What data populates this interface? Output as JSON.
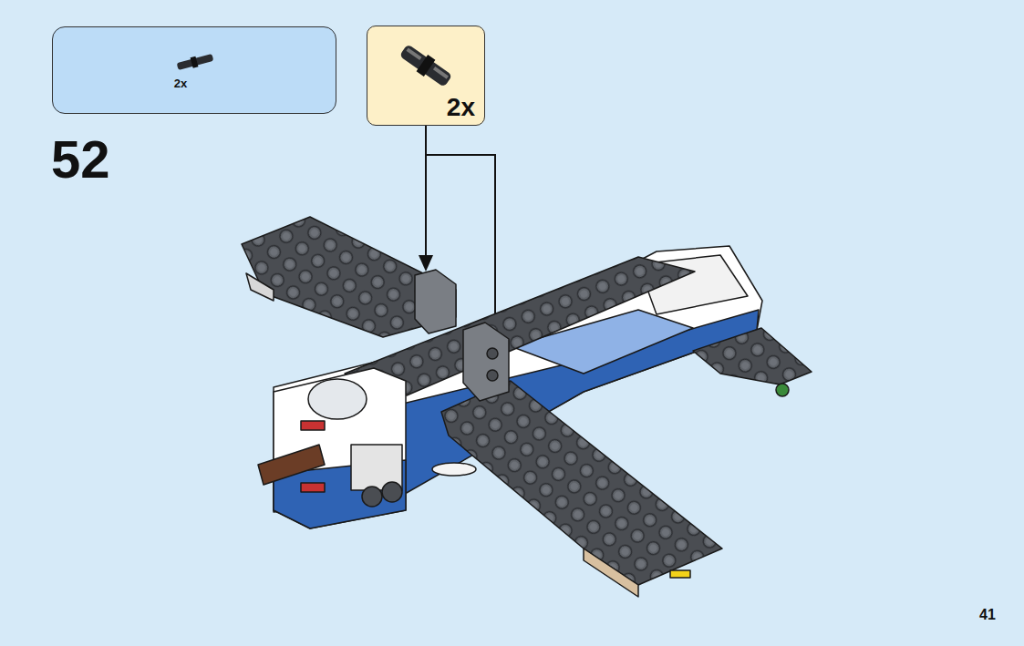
{
  "diagram": {
    "nodes": [
      {
        "text": [
          "2x"
        ]
      },
      {
        "text": [
          "2x"
        ]
      }
    ],
    "labels": [
      "52",
      "41"
    ]
  }
}
